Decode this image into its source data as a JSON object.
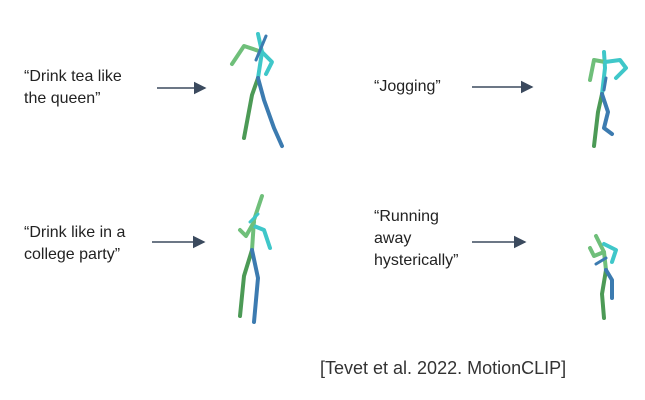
{
  "examples": [
    {
      "prompt": "“Drink tea like\nthe queen”"
    },
    {
      "prompt": "“Jogging”"
    },
    {
      "prompt": "“Drink like in a\ncollege party”"
    },
    {
      "prompt": "“Running\naway\nhysterically”"
    }
  ],
  "citation": "[Tevet et al. 2022. MotionCLIP]",
  "colors": {
    "arrow": "#3b4a5e",
    "limb_light_green": "#6fbf7a",
    "limb_dark_green": "#4c9a56",
    "limb_teal": "#3fc7c9",
    "limb_blue": "#3c7bb0"
  }
}
